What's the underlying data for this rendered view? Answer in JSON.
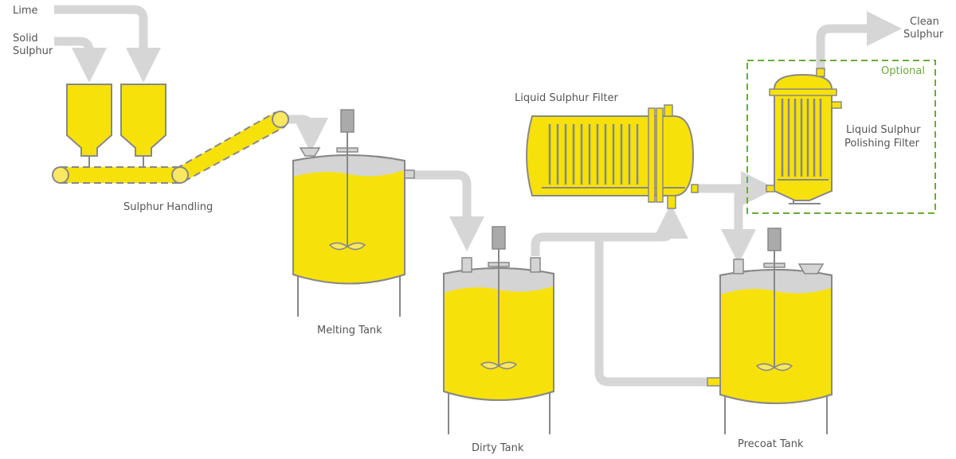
{
  "labels": {
    "lime": "Lime",
    "solid_sulphur": [
      "Solid",
      "Sulphur"
    ],
    "sulphur_handling": "Sulphur Handling",
    "melting_tank": "Melting Tank",
    "dirty_tank": "Dirty Tank",
    "precoat_tank": "Precoat Tank",
    "liquid_sulphur_filter": "Liquid Sulphur Filter",
    "polishing_filter": [
      "Liquid Sulphur",
      "Polishing Filter"
    ],
    "clean_sulphur": [
      "Clean",
      "Sulphur"
    ],
    "optional": "Optional"
  },
  "colors": {
    "liquid": "#f7e10a",
    "outline": "#888888",
    "pipe": "#d6d6d6",
    "tank_top": "#d4d4d4",
    "optional_box": "#6aaa3a",
    "text": "#555555"
  }
}
